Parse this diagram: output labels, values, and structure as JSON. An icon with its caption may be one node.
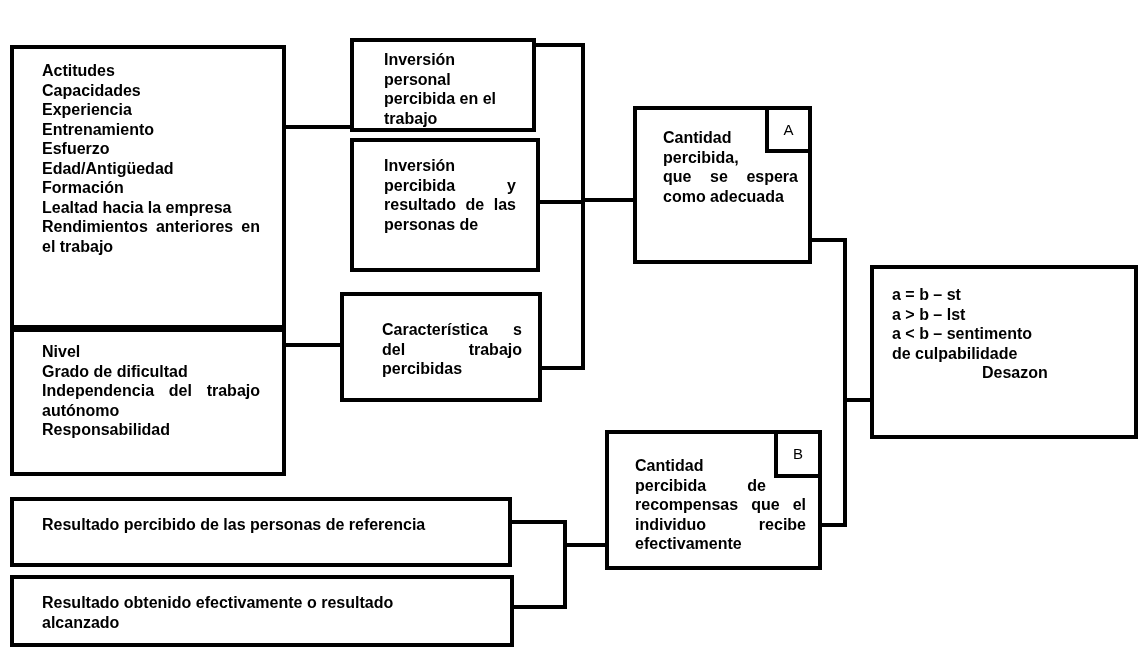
{
  "diagram": {
    "nodes": [
      {
        "text": [
          "Actitudes",
          "Capacidades",
          "Experiencia",
          "Entrenamiento",
          "Esfuerzo",
          "Edad/Antigüedad",
          "Formación",
          "Lealtad hacia la empresa",
          "Rendimientos anteriores en el trabajo"
        ]
      },
      {
        "text": [
          "Nivel",
          "Grado de dificultad",
          "Independencia del trabajo autónomo",
          "Responsabilidad"
        ]
      },
      {
        "text": [
          "Inversión personal percibida en el trabajo"
        ]
      },
      {
        "text": [
          "Inversión percibida y resultado de las personas de"
        ]
      },
      {
        "text": [
          "Característica s del trabajo percibidas"
        ]
      },
      {
        "text": [
          "Cantidad percibida, que se espera como adecuada"
        ]
      },
      {
        "text": [
          "A"
        ],
        "in": 5
      },
      {
        "text": [
          "a = b – st",
          "a > b – lst",
          "a < b – sentimento de culpabilidade",
          "Desazon"
        ]
      },
      {
        "text": [
          "Cantidad percibida de recompensas que el individuo recibe efectivamente"
        ]
      },
      {
        "text": [
          "B"
        ],
        "in": 8
      },
      {
        "text": [
          "Resultado percibido de las personas de referencia"
        ]
      },
      {
        "text": [
          "Resultado obtenido efectivamente o resultado alcanzado"
        ]
      }
    ],
    "edges": [
      {
        "from": 0,
        "to": 2,
        "arrow": "none"
      },
      {
        "from": 1,
        "to": 4,
        "arrow": "none"
      },
      {
        "from": 2,
        "to": 5,
        "arrow": "none"
      },
      {
        "from": 3,
        "to": 5,
        "arrow": "none"
      },
      {
        "from": 4,
        "to": 5,
        "arrow": "none"
      },
      {
        "from": 5,
        "to": 7,
        "arrow": "none"
      },
      {
        "from": 8,
        "to": 7,
        "arrow": "none"
      },
      {
        "from": 10,
        "to": 8,
        "arrow": "none"
      },
      {
        "from": 11,
        "to": 8,
        "arrow": "none"
      }
    ]
  }
}
